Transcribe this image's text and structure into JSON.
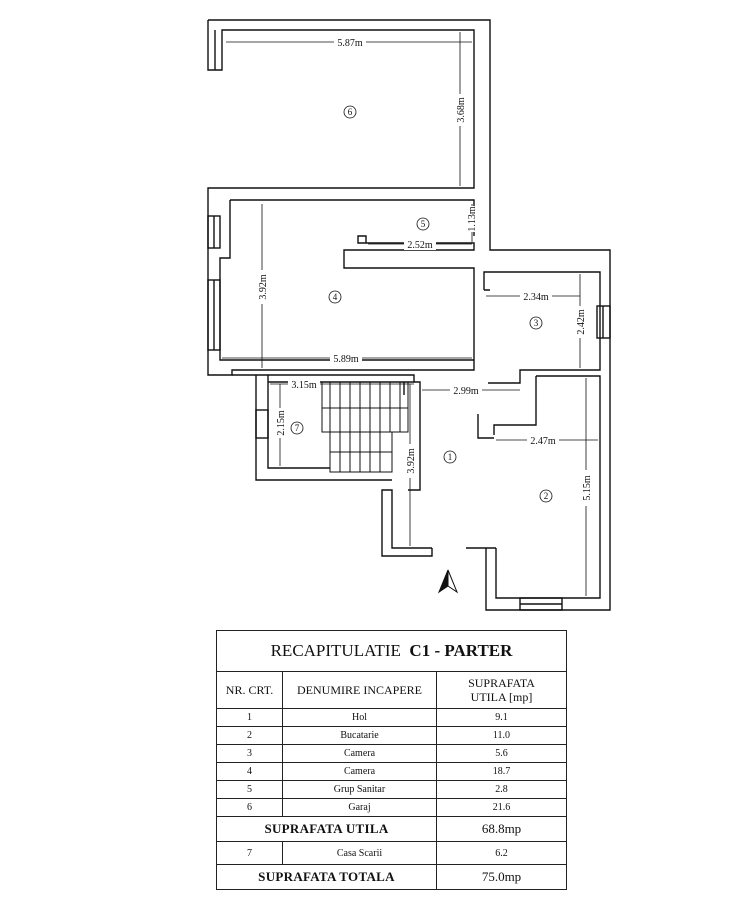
{
  "plan": {
    "dimensions": [
      "5.87m",
      "3.68m",
      "1.13m",
      "2.52m",
      "3.92m",
      "5.89m",
      "2.34m",
      "2.42m",
      "3.15m",
      "2.15m",
      "2.99m",
      "2.47m",
      "3.92m",
      "5.15m"
    ],
    "room_numbers": [
      "1",
      "2",
      "3",
      "4",
      "5",
      "6",
      "7"
    ],
    "north_icon": "north-arrow-icon",
    "line_color": "#111111"
  },
  "recap": {
    "title_prefix": "RECAPITULATIE",
    "title_bold": "C1 - PARTER",
    "headers": {
      "nr": "NR. CRT.",
      "name": "DENUMIRE INCAPERE",
      "area_line1": "SUPRAFATA",
      "area_line2": "UTILA [mp]"
    },
    "rows": [
      {
        "nr": "1",
        "name": "Hol",
        "area": "9.1"
      },
      {
        "nr": "2",
        "name": "Bucatarie",
        "area": "11.0"
      },
      {
        "nr": "3",
        "name": "Camera",
        "area": "5.6"
      },
      {
        "nr": "4",
        "name": "Camera",
        "area": "18.7"
      },
      {
        "nr": "5",
        "name": "Grup Sanitar",
        "area": "2.8"
      },
      {
        "nr": "6",
        "name": "Garaj",
        "area": "21.6"
      }
    ],
    "useful_label": "SUPRAFATA UTILA",
    "useful_value": "68.8mp",
    "row7": {
      "nr": "7",
      "name": "Casa Scarii",
      "area": "6.2"
    },
    "total_label": "SUPRAFATA TOTALA",
    "total_value": "75.0mp"
  }
}
